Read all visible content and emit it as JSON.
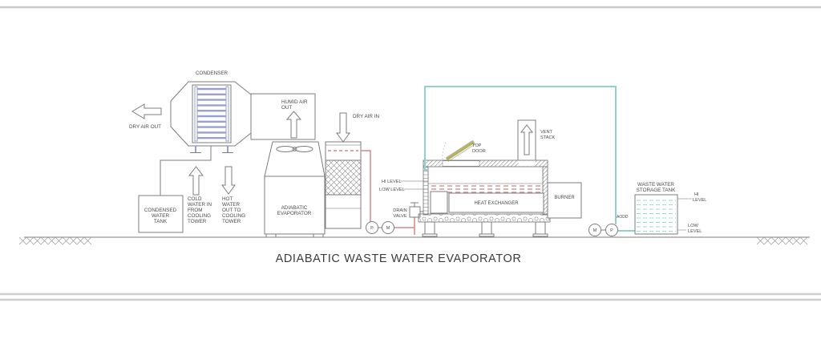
{
  "title": "ADIABATIC WASTE WATER EVAPORATOR",
  "colors": {
    "line": "#7d7d7d",
    "red_pipe": "#d08a86",
    "teal_pipe": "#8fd3cc",
    "coil_blue": "#9aa1cf",
    "door_olive": "#b5b15e",
    "border_gray": "#c9c9c9"
  },
  "condenser": {
    "label": "CONDENSER"
  },
  "arrows": {
    "dry_air_out": "DRY AIR OUT",
    "humid_air_out": [
      "HUMID AIR",
      "OUT"
    ],
    "dry_air_in": "DRY AIR IN",
    "cold_water": [
      "COLD",
      "WATER IN",
      "FROM",
      "COOLING",
      "TOWER"
    ],
    "hot_water": [
      "HOT",
      "WATER",
      "OUT TO",
      "COOLING",
      "TOWER"
    ]
  },
  "tanks": {
    "condensed": [
      "CONDENSED",
      "WATER",
      "TANK"
    ],
    "waste": [
      "WASTE WATER",
      "STORAGE TANK"
    ]
  },
  "evaporator": {
    "label": [
      "ADIABATIC",
      "EVAPORATOR"
    ]
  },
  "chamber": {
    "hi_level": "HI LEVEL",
    "low_level": "LOW LEVEL",
    "drain_valve": [
      "DRAIN",
      "VALVE"
    ],
    "top_door": [
      "TOP",
      "DOOR"
    ],
    "vent_stack": [
      "VENT",
      "STACK"
    ],
    "heat_exchanger": "HEAT EXCHANGER",
    "burner": "BURNER"
  },
  "pumps": {
    "p": "P",
    "m": "M",
    "aodd": "AODD"
  },
  "levels": {
    "hi": [
      "HI",
      "LEVEL"
    ],
    "low": [
      "LOW",
      "LEVEL"
    ]
  }
}
